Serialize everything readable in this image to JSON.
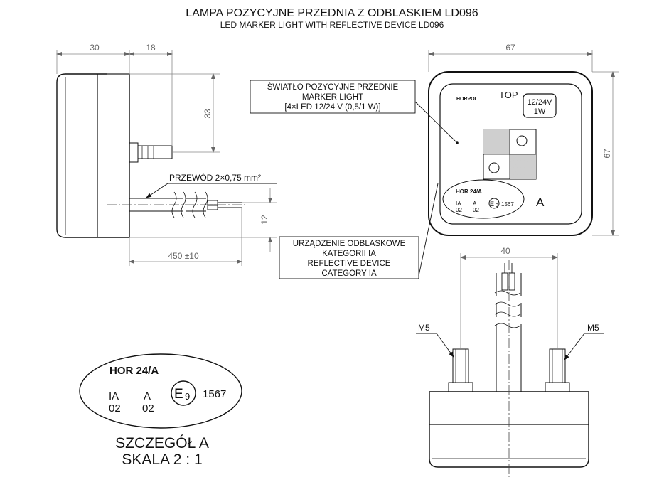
{
  "title": {
    "line1": "LAMPA POZYCYJNE PRZEDNIA Z ODBLASKIEM LD096",
    "line2": "LED MARKER LIGHT WITH REFLECTIVE DEVICE LD096"
  },
  "side_view": {
    "dim_depth_body": "30",
    "dim_depth_stud": "18",
    "dim_stud_height": "33",
    "cable_label": "PRZEWÓD 2×0,75 mm²",
    "dim_cable_length": "450 ±10",
    "dim_cable_offset": "12"
  },
  "front_view": {
    "dim_width": "67",
    "dim_height": "67",
    "brand": "HORPOL",
    "top_mark": "TOP",
    "voltage": "12/24V",
    "power": "1W",
    "marking_code": "HOR 24/A",
    "mark_ia": "IA",
    "mark_ia_num": "02",
    "mark_a": "A",
    "mark_a_num": "02",
    "approval_e": "E",
    "approval_e_num": "9",
    "approval_number": "1567",
    "detail_letter": "A"
  },
  "callout_marker": {
    "line1": "ŚWIATŁO POZYCYJNE PRZEDNIE",
    "line2": "MARKER LIGHT",
    "line3": "[4×LED 12/24 V (0,5/1 W)]"
  },
  "callout_reflector": {
    "line1": "URZĄDZENIE ODBLASKOWE",
    "line2": "KATEGORII IA",
    "line3": "REFLECTIVE DEVICE",
    "line4": "CATEGORY IA"
  },
  "bottom_view": {
    "dim_stud_spacing": "40",
    "thread_left": "M5",
    "thread_right": "M5"
  },
  "detail": {
    "marking_code": "HOR 24/A",
    "mark_ia": "IA",
    "mark_ia_num": "02",
    "mark_a": "A",
    "mark_a_num": "02",
    "approval_e": "E",
    "approval_e_num": "9",
    "approval_number": "1567",
    "caption_line1": "SZCZEGÓŁ A",
    "caption_line2": "SKALA 2 : 1"
  }
}
